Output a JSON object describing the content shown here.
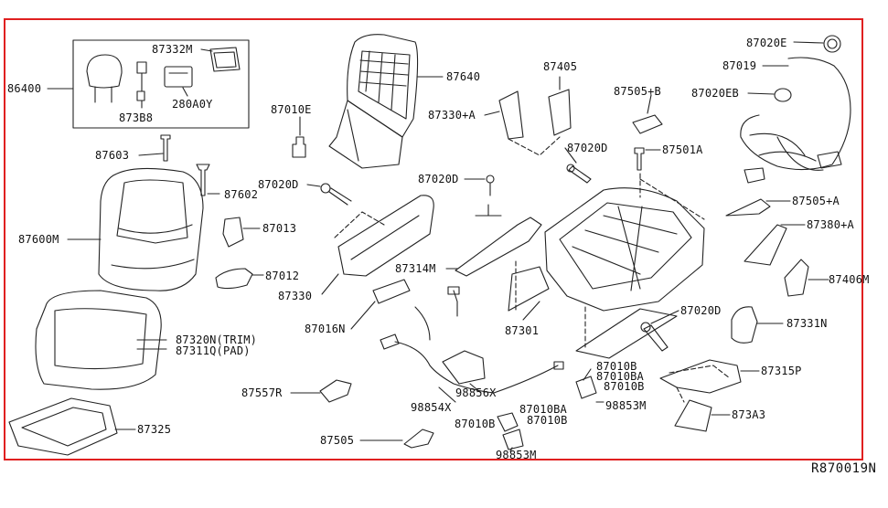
{
  "diagram_code": "R870019N",
  "colors": {
    "frame": "#e02020",
    "ink": "#222222"
  },
  "labels": {
    "p86400": "86400",
    "p87332M": "87332M",
    "p87388": "873B8",
    "p280A0Y": "280A0Y",
    "p87640": "87640",
    "p87010E": "87010E",
    "p87603": "87603",
    "p87602": "87602",
    "p87020D_a": "87020D",
    "p87013": "87013",
    "p87600M": "87600M",
    "p87012": "87012",
    "p87330": "87330",
    "p87016N": "87016N",
    "p87320N": "87320N(TRIM)",
    "p87311Q": "87311Q(PAD)",
    "p87557R": "87557R",
    "p87325": "87325",
    "p87505": "87505",
    "p87405": "87405",
    "p87330A": "87330+A",
    "p87020D_b": "87020D",
    "p87020D_c": "87020D",
    "p87314M": "87314M",
    "p87301": "87301",
    "p98856X": "98856X",
    "p98854X": "98854X",
    "p87010BA_a": "87010BA",
    "p87010B_a": "87010B",
    "p87010B_b": "87010B",
    "p98853M_b": "98853M",
    "p87010B_c": "87010B",
    "p87010BA_b": "87010BA",
    "p87010B_d": "87010B",
    "p98853M_a": "98853M",
    "p87505B": "87505+B",
    "p87501A": "87501A",
    "p87020E": "87020E",
    "p87019": "87019",
    "p87020EB": "87020EB",
    "p87505A": "87505+A",
    "p87380A": "87380+A",
    "p87406M": "87406M",
    "p87020D_d": "87020D",
    "p87331N": "87331N",
    "p87315P": "87315P",
    "p873A3": "873A3"
  }
}
